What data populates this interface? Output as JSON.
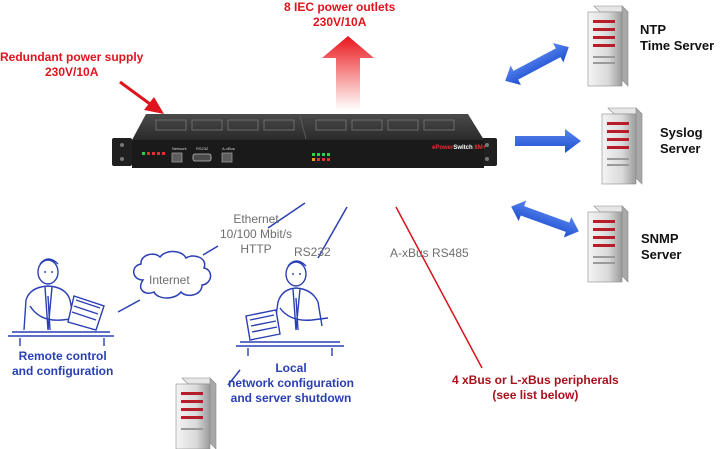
{
  "device": {
    "brand_prefix": "ePower",
    "brand_name": "Switch",
    "brand_model": " 8M+",
    "port_labels": [
      "Network",
      "RS232",
      "A-xBus"
    ]
  },
  "labels": {
    "outlets": [
      "8 IEC power outlets",
      "230V/10A"
    ],
    "power_supply": [
      "Redundant power supply",
      "230V/10A"
    ],
    "ntp": [
      "NTP",
      "Time Server"
    ],
    "syslog": [
      "Syslog",
      "Server"
    ],
    "snmp": [
      "SNMP",
      "Server"
    ],
    "ethernet": [
      "Ethernet",
      "10/100 Mbit/s",
      "HTTP"
    ],
    "rs232": "RS232",
    "axbus": "A-xBus RS485",
    "internet": "Internet",
    "remote": [
      "Remote control",
      "and configuration"
    ],
    "local": [
      "Local",
      "network configuration",
      "and server shutdown"
    ],
    "peripherals": [
      "4 xBus or L-xBus peripherals",
      "(see list below)"
    ]
  },
  "colors": {
    "red": "#e0141c",
    "blue_arrow": "#2457d6",
    "blue_text": "#2a3fb4",
    "dark_red": "#a8101c",
    "device_body": "#1c1c1c"
  }
}
